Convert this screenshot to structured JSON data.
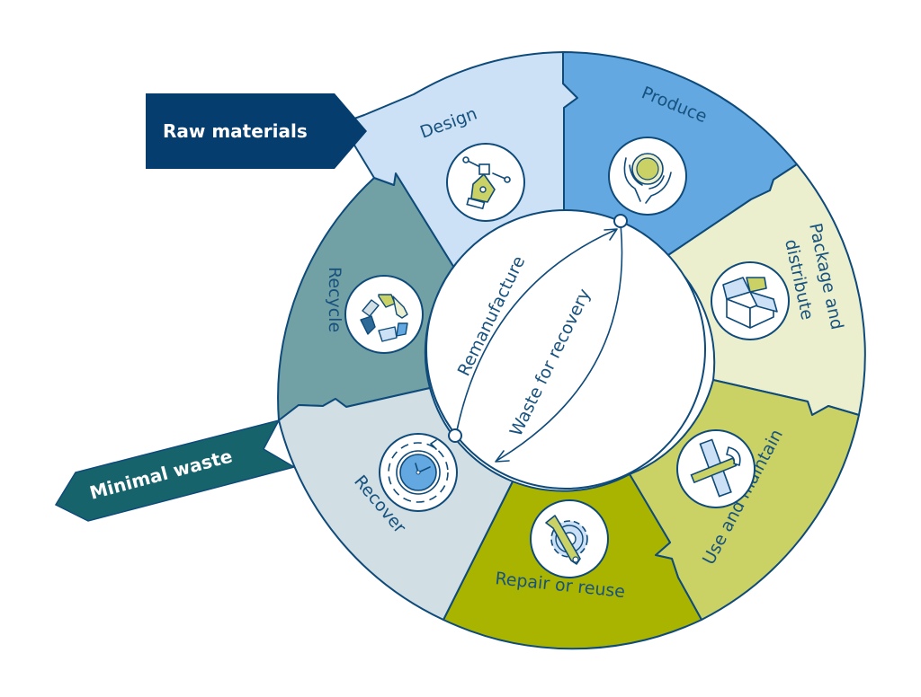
{
  "title": "Circular economy lifecycle",
  "inputs": {
    "raw_materials": "Raw materials",
    "minimal_waste": "Minimal waste"
  },
  "stages": [
    {
      "id": "design",
      "label": "Design",
      "icon": "pen-tool-icon",
      "color": "#cce1f5"
    },
    {
      "id": "produce",
      "label": "Produce",
      "icon": "hands-holding-coin-icon",
      "color": "#63a8e0"
    },
    {
      "id": "package",
      "label_line1": "Package and",
      "label_line2": "distribute",
      "icon": "open-box-icon",
      "color": "#ebefcd"
    },
    {
      "id": "use",
      "label": "Use and maintain",
      "icon": "ruler-hammer-icon",
      "color": "#cad165"
    },
    {
      "id": "repair",
      "label": "Repair or reuse",
      "icon": "wrench-gear-icon",
      "color": "#a9b400"
    },
    {
      "id": "recover",
      "label": "Recover",
      "icon": "clock-cycle-icon",
      "color": "#d1dfe4"
    },
    {
      "id": "recycle",
      "label": "Recycle",
      "icon": "recycle-icon",
      "color": "#72a1a5"
    }
  ],
  "center": {
    "remanufacture": "Remanufacture",
    "waste_for_recovery": "Waste for recovery"
  },
  "colors": {
    "outline": "#0e4a7a",
    "raw_materials_arrow": "#053d6e",
    "minimal_waste_arrow": "#16636c",
    "text": "#17527f"
  }
}
